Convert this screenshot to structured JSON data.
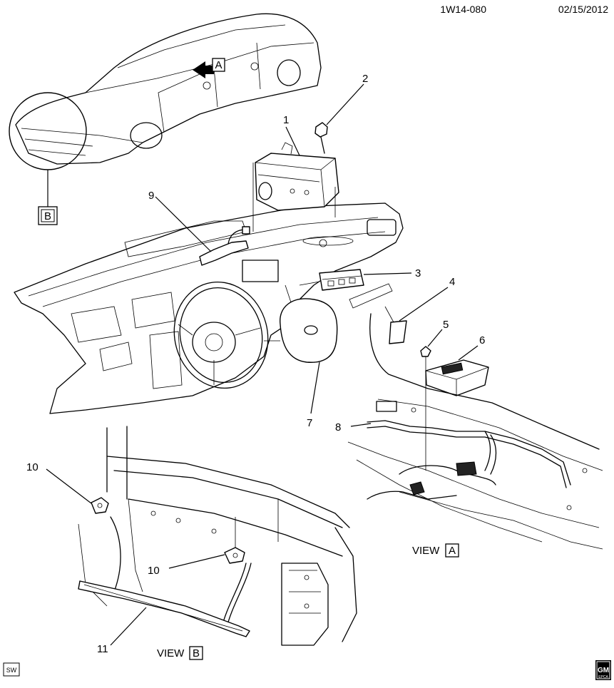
{
  "header": {
    "diagram_id": "1W14-080",
    "date": "02/15/2012"
  },
  "callouts": [
    "1",
    "2",
    "3",
    "4",
    "5",
    "6",
    "7",
    "8",
    "9",
    "10",
    "10",
    "11"
  ],
  "views": {
    "a_word": "VIEW",
    "a_letter": "A",
    "b_word": "VIEW",
    "b_letter": "B",
    "arrow_letter": "A",
    "circle_letter": "B"
  },
  "footer": {
    "left_code": "SW",
    "logo_top": "GM",
    "logo_bottom": "EPCA"
  }
}
